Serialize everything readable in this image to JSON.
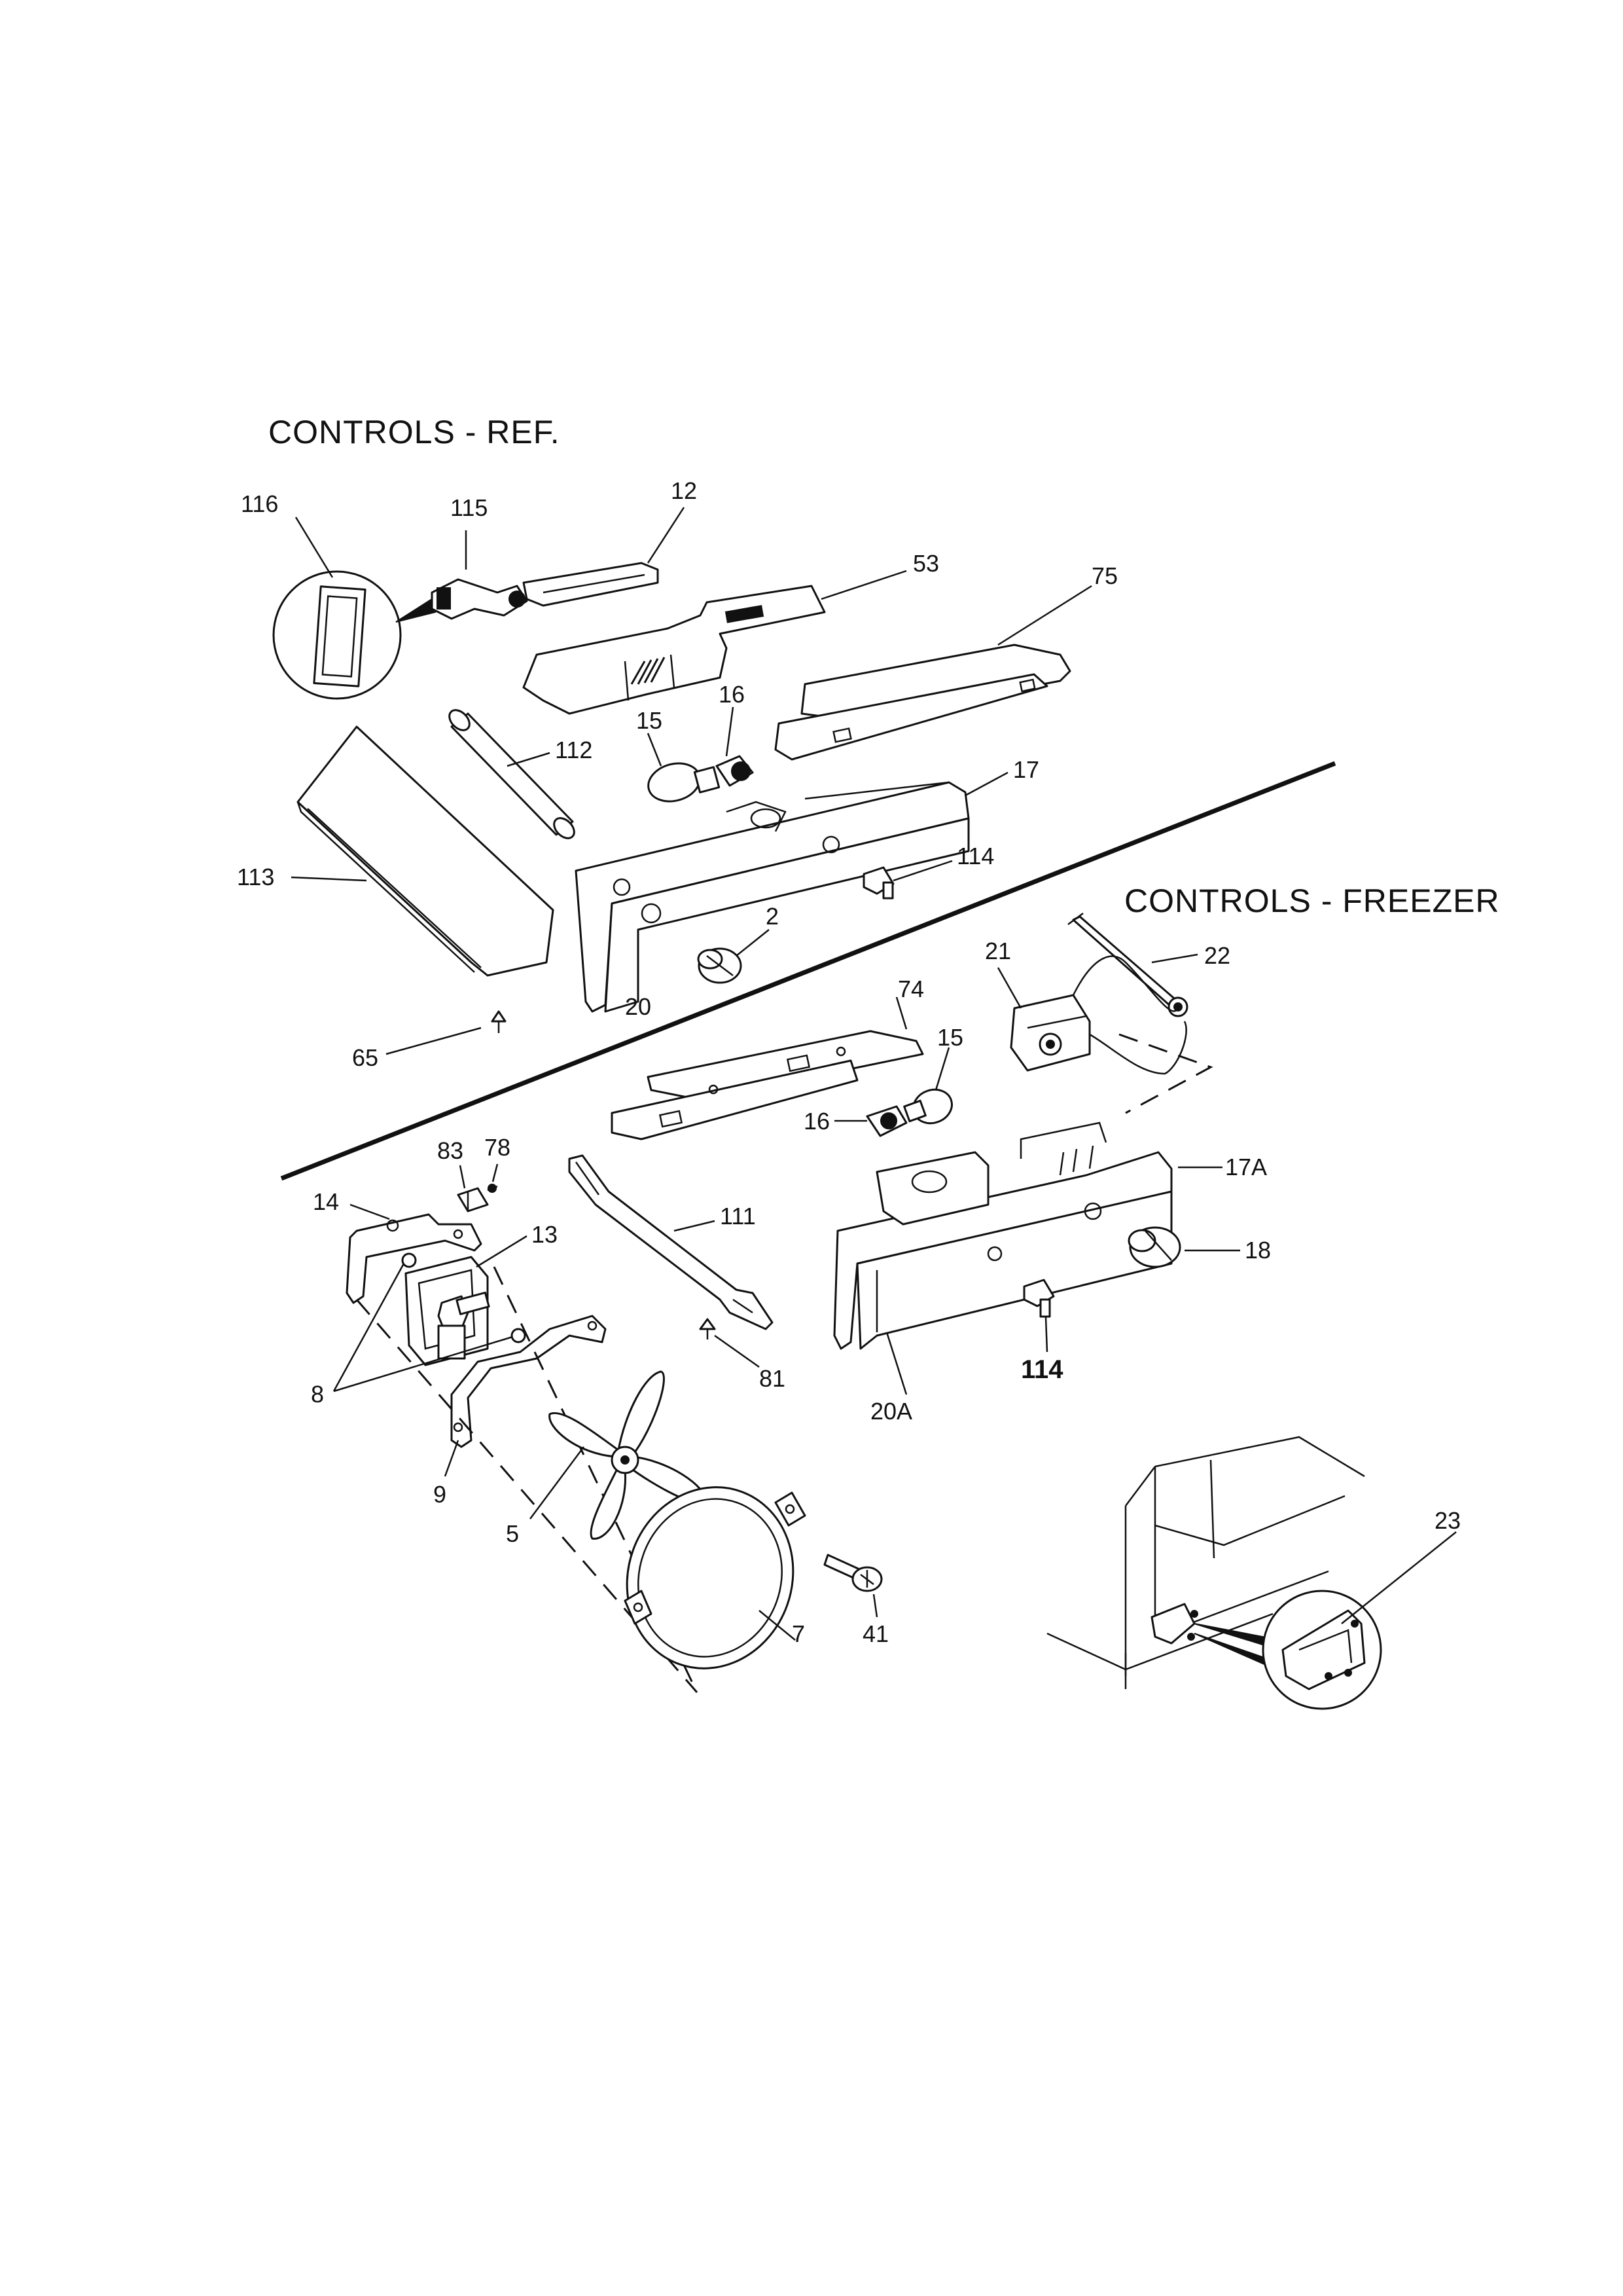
{
  "titles": {
    "refrigerator": "CONTROLS - REF.",
    "freezer": "CONTROLS - FREEZER"
  },
  "callouts": {
    "c116": "116",
    "c115": "115",
    "c12": "12",
    "c53": "53",
    "c75": "75",
    "c15_ref": "15",
    "c16_ref": "16",
    "c112": "112",
    "c17": "17",
    "c113": "113",
    "c114_ref": "114",
    "c2": "2",
    "c20": "20",
    "c65": "65",
    "c21": "21",
    "c22": "22",
    "c74": "74",
    "c15_frz": "15",
    "c16_frz": "16",
    "c17A": "17A",
    "c83": "83",
    "c78": "78",
    "c14": "14",
    "c13": "13",
    "c111": "111",
    "c18": "18",
    "c8": "8",
    "c81": "81",
    "c20A": "20A",
    "c114_frz": "114",
    "c9": "9",
    "c5": "5",
    "c41": "41",
    "c7": "7",
    "c23": "23"
  }
}
